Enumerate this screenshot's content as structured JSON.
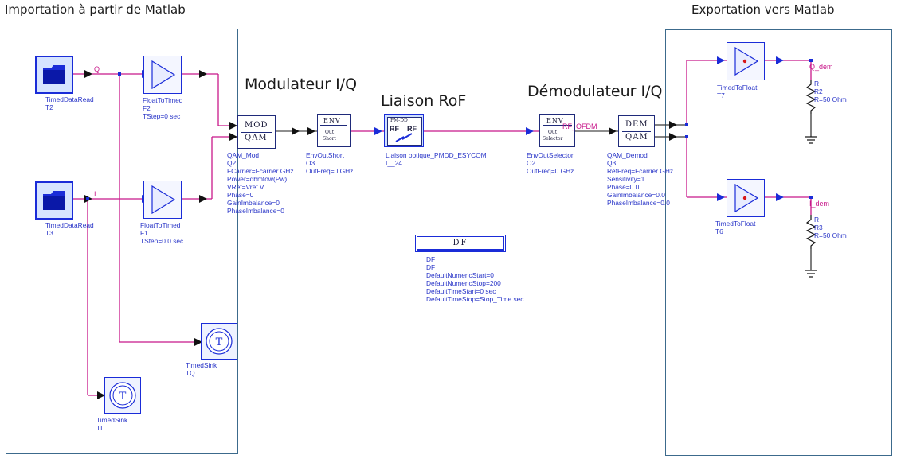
{
  "headers": {
    "import": "Importation à partir de Matlab",
    "export": "Exportation vers Matlab",
    "modulator": "Modulateur I/Q",
    "rof": "Liaison RoF",
    "demodulator": "Démodulateur I/Q"
  },
  "components": {
    "t2": {
      "lines": [
        "TimedDataRead",
        "T2"
      ]
    },
    "t3": {
      "lines": [
        "TimedDataRead",
        "T3"
      ]
    },
    "f2": {
      "lines": [
        "FloatToTimed",
        "F2",
        "TStep=0 sec"
      ]
    },
    "f1": {
      "lines": [
        "FloatToTimed",
        "F1",
        "TStep=0.0 sec"
      ]
    },
    "tq": {
      "lines": [
        "TimedSink",
        "TQ"
      ]
    },
    "ti": {
      "lines": [
        "TimedSink",
        "TI"
      ]
    },
    "q2": {
      "lines": [
        "QAM_Mod",
        "Q2",
        "FCarrier=Fcarrier GHz",
        "Power=dbmtow(Pw)",
        "VRef=Vref V",
        "Phase=0",
        "GainImbalance=0",
        "PhaseImbalance=0"
      ],
      "symbol": [
        "MOD",
        "QAM"
      ]
    },
    "o3": {
      "lines": [
        "EnvOutShort",
        "O3",
        "OutFreq=0 GHz"
      ],
      "symbol": [
        "ENV",
        "Out",
        "Short"
      ]
    },
    "rof": {
      "lines": [
        "Liaison optique_PMDD_ESYCOM",
        "I__24"
      ],
      "symbol": [
        "PM-DD",
        "RF",
        "RF"
      ]
    },
    "o2": {
      "lines": [
        "EnvOutSelector",
        "O2",
        "OutFreq=0 GHz"
      ],
      "symbol": [
        "ENV",
        "Out",
        "Selector"
      ]
    },
    "q3": {
      "lines": [
        "QAM_Demod",
        "Q3",
        "RefFreq=Fcarrier GHz",
        "Sensitivity=1",
        "Phase=0.0",
        "GainImbalance=0.0",
        "PhaseImbalance=0.0"
      ],
      "symbol": [
        "DEM",
        "QAM"
      ]
    },
    "t7": {
      "lines": [
        "TimedToFloat",
        "T7"
      ]
    },
    "t6": {
      "lines": [
        "TimedToFloat",
        "T6"
      ]
    },
    "r2": {
      "lines": [
        "R",
        "R2",
        "R=50 Ohm"
      ]
    },
    "r3": {
      "lines": [
        "R",
        "R3",
        "R=50 Ohm"
      ]
    },
    "df": {
      "lines": [
        "DF",
        "DF",
        "DefaultNumericStart=0",
        "DefaultNumericStop=200",
        "DefaultTimeStart=0 sec",
        "DefaultTimeStop=Stop_Time sec"
      ],
      "symbol": "DF"
    }
  },
  "nets": {
    "q": "Q",
    "i": "I",
    "rf_ofdm": "RF_OFDM",
    "q_dem": "Q_dem",
    "i_dem": "I_dem"
  },
  "colors": {
    "wire": "#c8188a",
    "label": "#2a36c8",
    "box": "#3c6a8c",
    "port": "#1a2cd8"
  }
}
